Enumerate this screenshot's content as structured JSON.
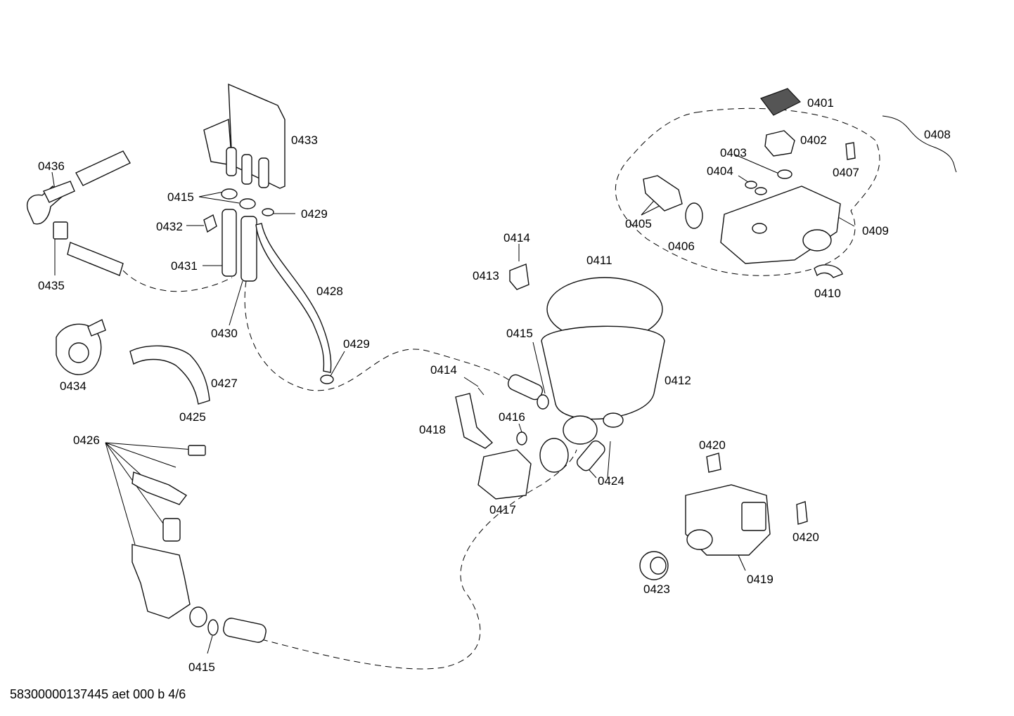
{
  "labels": {
    "l0401": "0401",
    "l0402": "0402",
    "l0403": "0403",
    "l0404": "0404",
    "l0405": "0405",
    "l0406": "0406",
    "l0407": "0407",
    "l0408": "0408",
    "l0409": "0409",
    "l0410": "0410",
    "l0411": "0411",
    "l0412": "0412",
    "l0413": "0413",
    "l0414a": "0414",
    "l0414b": "0414",
    "l0415a": "0415",
    "l0415b": "0415",
    "l0415c": "0415",
    "l0416": "0416",
    "l0417": "0417",
    "l0418": "0418",
    "l0419": "0419",
    "l0420a": "0420",
    "l0420b": "0420",
    "l0423": "0423",
    "l0424": "0424",
    "l0425": "0425",
    "l0426": "0426",
    "l0427": "0427",
    "l0428": "0428",
    "l0429a": "0429",
    "l0429b": "0429",
    "l0430": "0430",
    "l0431": "0431",
    "l0432": "0432",
    "l0433": "0433",
    "l0434": "0434",
    "l0435": "0435",
    "l0436": "0436"
  },
  "footer": {
    "document_id": "58300000137445 aet 000 b 4/6"
  }
}
